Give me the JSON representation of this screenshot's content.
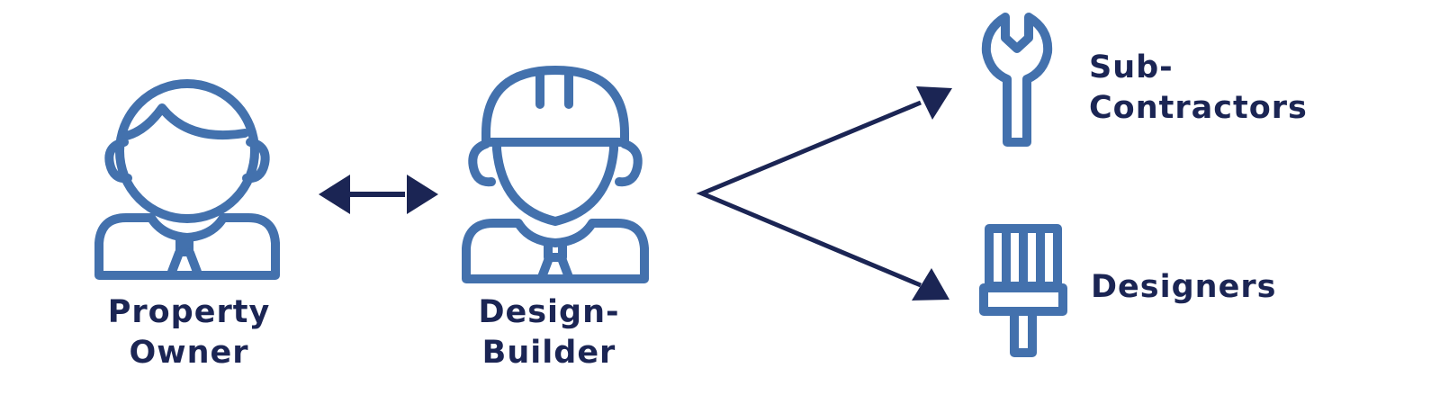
{
  "nodes": {
    "property_owner": {
      "line1": "Property",
      "line2": "Owner",
      "icon": "person-icon"
    },
    "design_builder": {
      "line1": "Design-",
      "line2": "Builder",
      "icon": "hard-hat-worker-icon"
    },
    "subcontractors": {
      "line1": "Sub-",
      "line2": "Contractors",
      "icon": "wrench-icon"
    },
    "designers": {
      "label": "Designers",
      "icon": "paintbrush-icon"
    }
  },
  "colors": {
    "icon_blue": "#4371ad",
    "dark_navy": "#1b2554",
    "background": "#ffffff"
  }
}
